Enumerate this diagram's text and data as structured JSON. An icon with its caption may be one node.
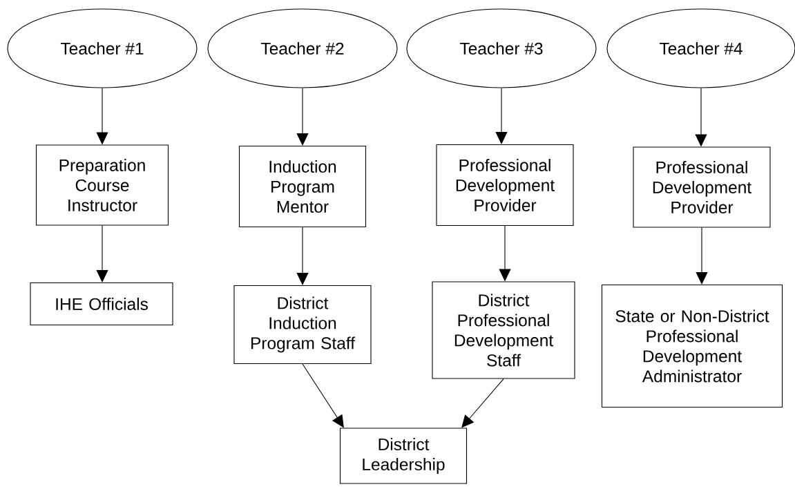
{
  "diagram": {
    "nodes": [
      {
        "text": [
          "Teacher #1"
        ]
      },
      {
        "text": [
          "Teacher #2"
        ]
      },
      {
        "text": [
          "Teacher #3"
        ]
      },
      {
        "text": [
          "Teacher #4"
        ]
      },
      {
        "text": [
          "Preparation Course Instructor"
        ]
      },
      {
        "text": [
          "IHE Officials"
        ]
      },
      {
        "text": [
          "Induction Program Mentor"
        ]
      },
      {
        "text": [
          "District Induction Program Staff"
        ]
      },
      {
        "text": [
          "Professional Development Provider"
        ]
      },
      {
        "text": [
          "District Professional Development Staff"
        ]
      },
      {
        "text": [
          "Professional Development Provider"
        ]
      },
      {
        "text": [
          "State or Non-District Professional Development Administrator"
        ]
      },
      {
        "text": [
          "District Leadership"
        ]
      }
    ],
    "edges": [
      {
        "from": 0,
        "to": 4,
        "arrow": "to"
      },
      {
        "from": 4,
        "to": 5,
        "arrow": "to"
      },
      {
        "from": 1,
        "to": 6,
        "arrow": "to"
      },
      {
        "from": 6,
        "to": 7,
        "arrow": "to"
      },
      {
        "from": 2,
        "to": 8,
        "arrow": "to"
      },
      {
        "from": 8,
        "to": 9,
        "arrow": "to"
      },
      {
        "from": 3,
        "to": 10,
        "arrow": "to"
      },
      {
        "from": 10,
        "to": 11,
        "arrow": "to"
      },
      {
        "from": 7,
        "to": 12,
        "arrow": "to"
      },
      {
        "from": 9,
        "to": 12,
        "arrow": "to"
      }
    ]
  }
}
